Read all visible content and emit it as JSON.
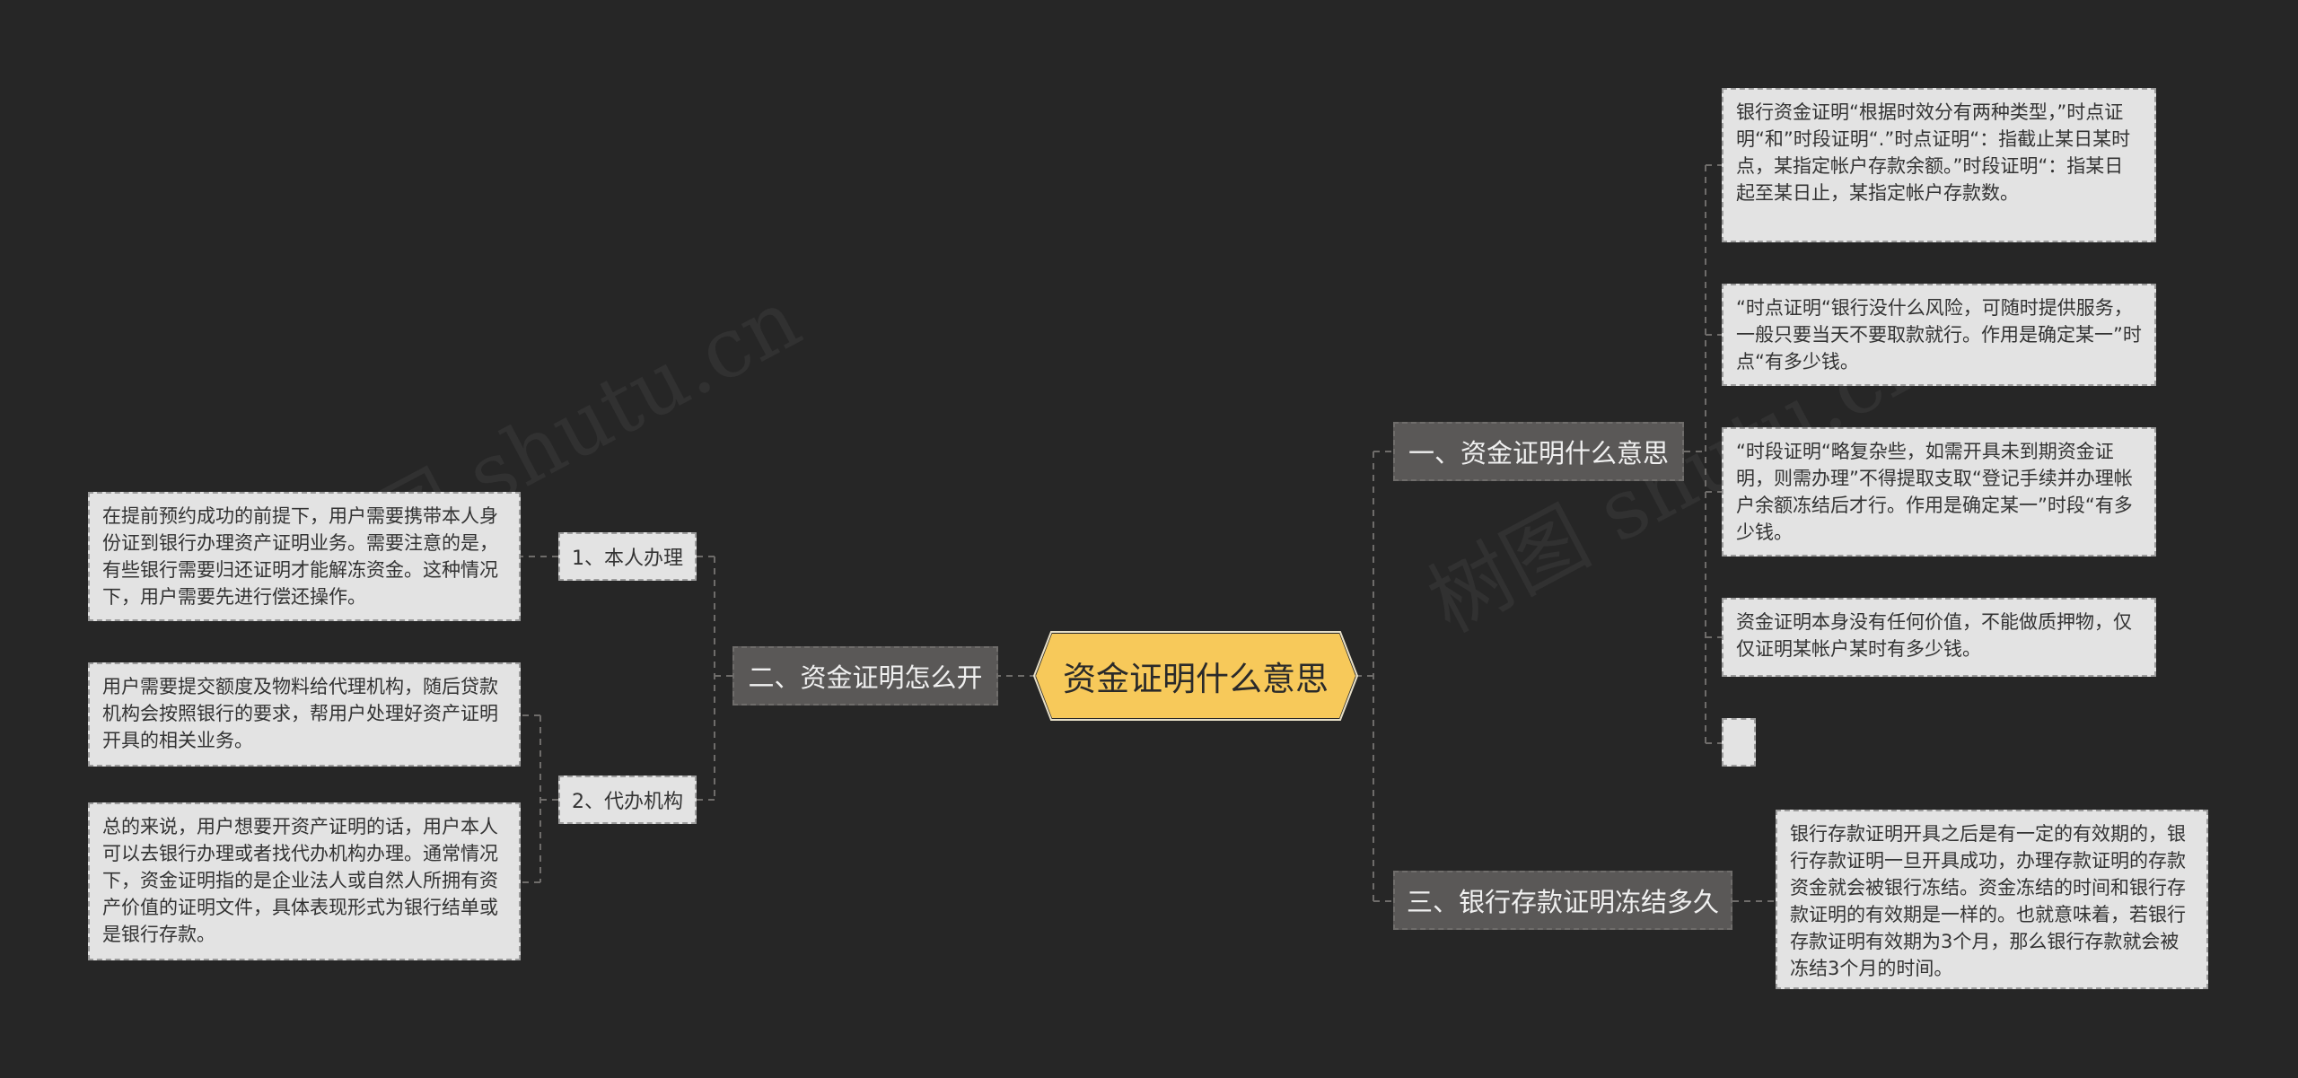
{
  "root": {
    "label": "资金证明什么意思"
  },
  "watermarks": [
    "树图 shutu.cn",
    "树图 shutu.cn"
  ],
  "branches": {
    "b1": {
      "label": "一、资金证明什么意思",
      "leaves": [
        "银行资金证明“根据时效分有两种类型，”时点证明“和”时段证明“.”时点证明“：指截止某日某时点，某指定帐户存款余额。”时段证明“：指某日起至某日止，某指定帐户存款数。",
        "“时点证明“银行没什么风险，可随时提供服务，一般只要当天不要取款就行。作用是确定某一”时点“有多少钱。",
        "“时段证明“略复杂些，如需开具未到期资金证明，则需办理”不得提取支取“登记手续并办理帐户余额冻结后才行。作用是确定某一”时段“有多少钱。",
        "资金证明本身没有任何价值，不能做质押物，仅仅证明某帐户某时有多少钱。",
        ""
      ]
    },
    "b2": {
      "label": "二、资金证明怎么开",
      "subs": {
        "s1": {
          "label": "1、本人办理",
          "leaf": "在提前预约成功的前提下，用户需要携带本人身份证到银行办理资产证明业务。需要注意的是，有些银行需要归还证明才能解冻资金。这种情况下，用户需要先进行偿还操作。"
        },
        "s2": {
          "label": "2、代办机构",
          "leaves": [
            "用户需要提交额度及物料给代理机构，随后贷款机构会按照银行的要求，帮用户处理好资产证明开具的相关业务。",
            "总的来说，用户想要开资产证明的话，用户本人可以去银行办理或者找代办机构办理。通常情况下，资金证明指的是企业法人或自然人所拥有资产价值的证明文件，具体表现形式为银行结单或是银行存款。"
          ]
        }
      }
    },
    "b3": {
      "label": "三、银行存款证明冻结多久",
      "leaf": "银行存款证明开具之后是有一定的有效期的，银行存款证明一旦开具成功，办理存款证明的存款资金就会被银行冻结。资金冻结的时间和银行存款证明的有效期是一样的。也就意味着，若银行存款证明有效期为3个月，那么银行存款就会被冻结3个月的时间。"
    }
  },
  "colors": {
    "background": "#262626",
    "root_fill": "#f7c95a",
    "branch_fill": "#5a5857",
    "leaf_fill": "#e3e3e3",
    "connector": "#6e6c6a"
  }
}
